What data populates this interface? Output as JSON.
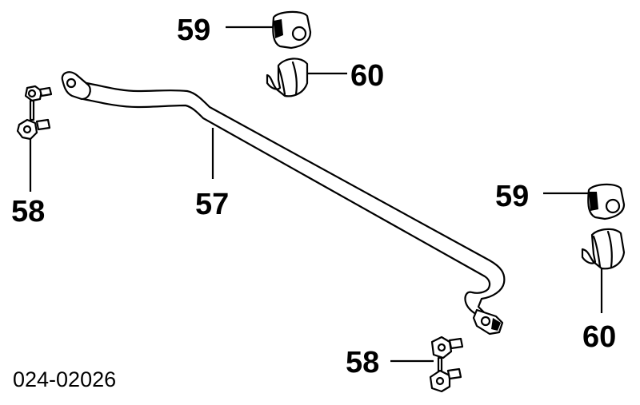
{
  "callouts": {
    "bar": "57",
    "link_left": "58",
    "link_bottom": "58",
    "bushing_top": "59",
    "bushing_right": "59",
    "bracket_top": "60",
    "bracket_right": "60"
  },
  "reference_code": "024-02026"
}
